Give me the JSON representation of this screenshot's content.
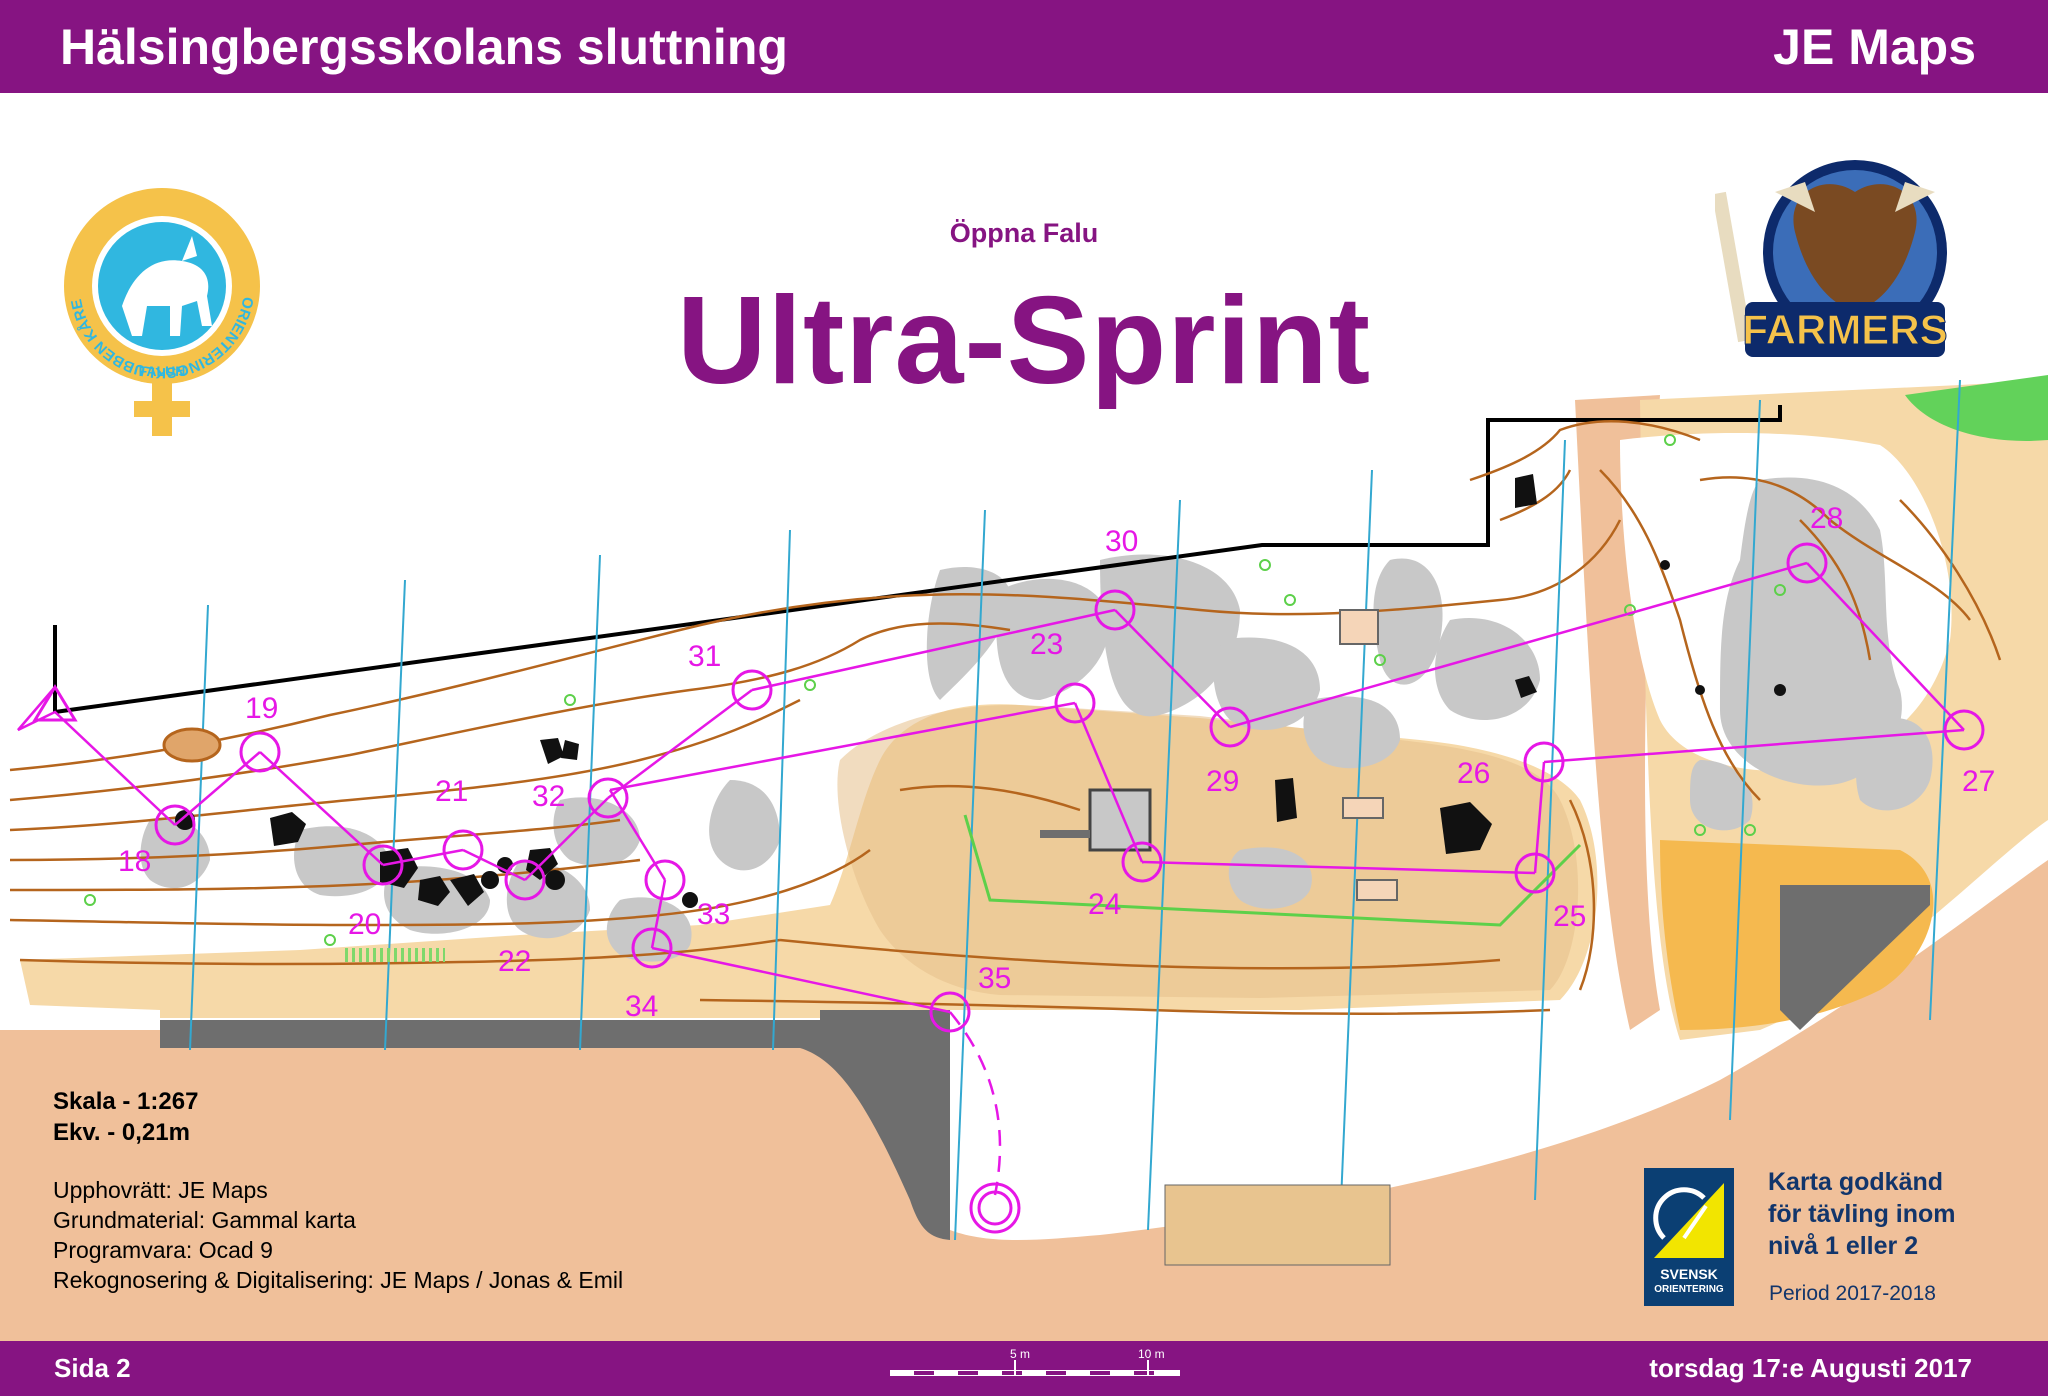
{
  "header": {
    "title": "Hälsingbergsskolans sluttning",
    "brand": "JE Maps"
  },
  "event": {
    "name": "Öppna Falu",
    "title": "Ultra-Sprint"
  },
  "scale": {
    "scale": "Skala - 1:267",
    "equidistance": "Ekv. - 0,21m"
  },
  "credits": [
    "Upphovrätt: JE Maps",
    "Grundmaterial: Gammal karta",
    "Programvara: Ocad 9",
    "Rekognosering & Digitalisering: JE Maps / Jonas & Emil"
  ],
  "footer": {
    "page": "Sida 2",
    "date": "torsdag 17:e Augusti 2017",
    "scale_5": "5 m",
    "scale_10": "10 m"
  },
  "logos": {
    "club_ring_text": "ORIENTERINGSKLUBBEN KÅRE",
    "club_city": "FALUN",
    "team": "FARMERS"
  },
  "approval": {
    "lines": [
      "Karta godkänd",
      "för tävling inom",
      "nivå 1 eller 2"
    ],
    "period": "Period 2017-2018",
    "badge_line1": "SVENSK",
    "badge_line2": "ORIENTERING"
  },
  "course": {
    "controls": [
      "18",
      "19",
      "20",
      "21",
      "22",
      "23",
      "24",
      "25",
      "26",
      "27",
      "28",
      "29",
      "30",
      "31",
      "32",
      "33",
      "34",
      "35"
    ]
  },
  "colors": {
    "header_bg": "#861482",
    "course": "#e617e6",
    "contour": "#b5651d",
    "rock": "#c8c8c8",
    "open_land": "#f6d9a8",
    "paved": "#f0c09a",
    "building": "#6e6e6e",
    "water_lines": "#33a8d0",
    "approval_text": "#12356b"
  }
}
